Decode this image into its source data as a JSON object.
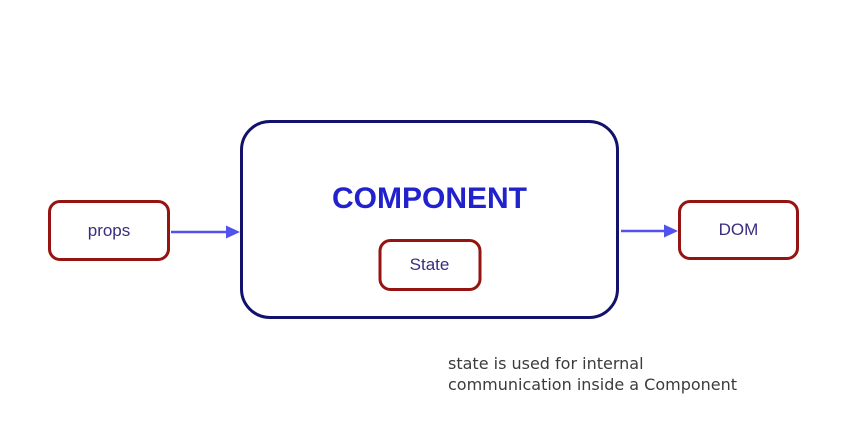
{
  "diagram": {
    "props": {
      "label": "props"
    },
    "component": {
      "label": "COMPONENT"
    },
    "state": {
      "label": "State"
    },
    "dom": {
      "label": "DOM"
    },
    "caption": {
      "line1": "state is used for internal",
      "line2": "communication inside a Component"
    },
    "arrows": [
      {
        "name": "props-to-component"
      },
      {
        "name": "component-to-dom"
      }
    ]
  },
  "theme": {
    "border_red": "#951310",
    "border_navy": "#12126B",
    "component_text": "#2222CC",
    "label_text": "#3C2C7E",
    "arrow_color": "#5151EE",
    "caption_text": "#3B3B3B",
    "background": "#FFFFFF"
  }
}
